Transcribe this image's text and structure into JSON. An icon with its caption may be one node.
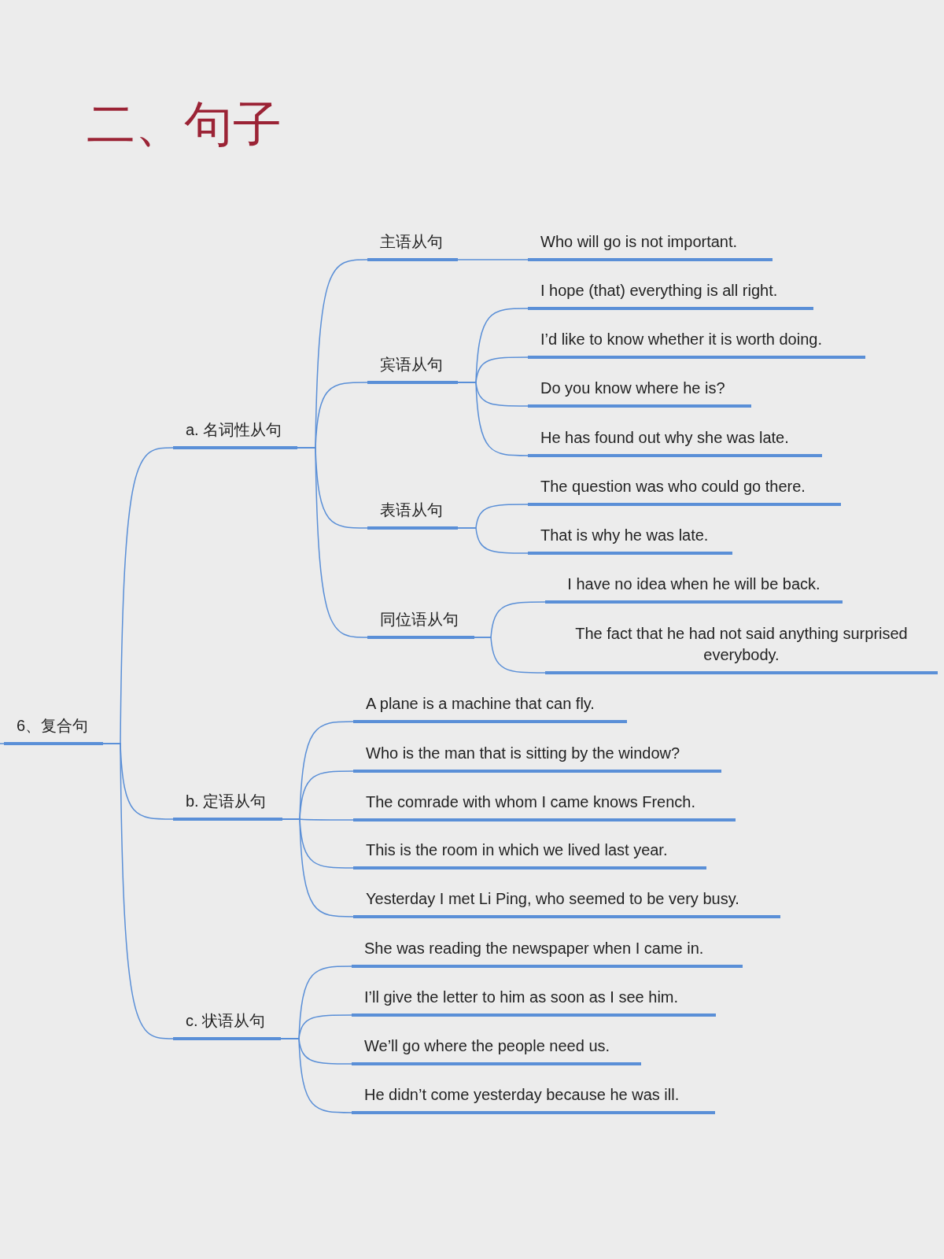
{
  "diagram": {
    "title": "二、句子",
    "nodes": [
      {
        "text": [
          "6、复合句"
        ]
      },
      {
        "text": [
          "a. 名词性从句"
        ]
      },
      {
        "text": [
          "主语从句"
        ]
      },
      {
        "text": [
          "Who will go is not important."
        ]
      },
      {
        "text": [
          "宾语从句"
        ]
      },
      {
        "text": [
          "I hope (that) everything is all right."
        ]
      },
      {
        "text": [
          "I’d like to know whether it is worth doing."
        ]
      },
      {
        "text": [
          "Do you know where he is?"
        ]
      },
      {
        "text": [
          "He has found out why she was late."
        ]
      },
      {
        "text": [
          "表语从句"
        ]
      },
      {
        "text": [
          "The question was who could go there."
        ]
      },
      {
        "text": [
          "That is why he was late."
        ]
      },
      {
        "text": [
          "同位语从句"
        ]
      },
      {
        "text": [
          "I have no idea when he will be back."
        ]
      },
      {
        "text": [
          "The fact that he had not said anything surprised everybody."
        ]
      },
      {
        "text": [
          "b. 定语从句"
        ]
      },
      {
        "text": [
          "A plane is a machine that can fly."
        ]
      },
      {
        "text": [
          "Who is the man that is sitting by the window?"
        ]
      },
      {
        "text": [
          "The comrade with whom I came knows French."
        ]
      },
      {
        "text": [
          "This is the room in which we lived last year."
        ]
      },
      {
        "text": [
          "Yesterday I met Li Ping, who seemed to be very busy."
        ]
      },
      {
        "text": [
          "c. 状语从句"
        ]
      },
      {
        "text": [
          "She was reading the newspaper when I came in."
        ]
      },
      {
        "text": [
          "I’ll give the letter to him as soon as I see him."
        ]
      },
      {
        "text": [
          "We’ll go where the people need us."
        ]
      },
      {
        "text": [
          "He didn’t come yesterday because he was ill."
        ]
      }
    ],
    "edges": [
      {
        "from": null,
        "to": 0,
        "arrow": "none"
      },
      {
        "from": 0,
        "to": 1,
        "arrow": "none"
      },
      {
        "from": 1,
        "to": 2,
        "arrow": "none"
      },
      {
        "from": 2,
        "to": 3,
        "arrow": "none"
      },
      {
        "from": 1,
        "to": 4,
        "arrow": "none"
      },
      {
        "from": 4,
        "to": 5,
        "arrow": "none"
      },
      {
        "from": 4,
        "to": 6,
        "arrow": "none"
      },
      {
        "from": 4,
        "to": 7,
        "arrow": "none"
      },
      {
        "from": 4,
        "to": 8,
        "arrow": "none"
      },
      {
        "from": 1,
        "to": 9,
        "arrow": "none"
      },
      {
        "from": 9,
        "to": 10,
        "arrow": "none"
      },
      {
        "from": 9,
        "to": 11,
        "arrow": "none"
      },
      {
        "from": 1,
        "to": 12,
        "arrow": "none"
      },
      {
        "from": 12,
        "to": 13,
        "arrow": "none"
      },
      {
        "from": 12,
        "to": 14,
        "arrow": "none"
      },
      {
        "from": 0,
        "to": 15,
        "arrow": "none"
      },
      {
        "from": 15,
        "to": 16,
        "arrow": "none"
      },
      {
        "from": 15,
        "to": 17,
        "arrow": "none"
      },
      {
        "from": 15,
        "to": 18,
        "arrow": "none"
      },
      {
        "from": 15,
        "to": 19,
        "arrow": "none"
      },
      {
        "from": 15,
        "to": 20,
        "arrow": "none"
      },
      {
        "from": 0,
        "to": 21,
        "arrow": "none"
      },
      {
        "from": 21,
        "to": 22,
        "arrow": "none"
      },
      {
        "from": 21,
        "to": 23,
        "arrow": "none"
      },
      {
        "from": 21,
        "to": 24,
        "arrow": "none"
      },
      {
        "from": 21,
        "to": 25,
        "arrow": "none"
      }
    ]
  }
}
